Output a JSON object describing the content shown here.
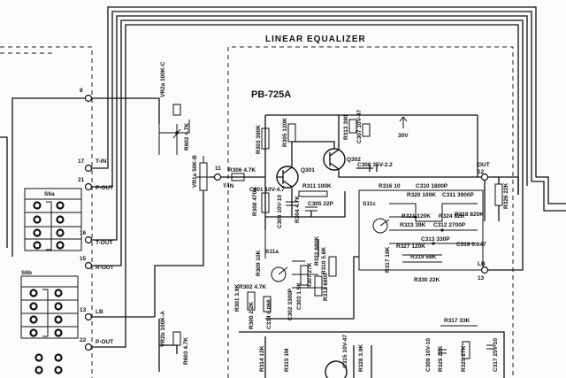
{
  "diagram": {
    "section_title": "LINEAR EQUALIZER",
    "board_label": "PB-725A",
    "supply_voltage": "30V",
    "terminals": {
      "t8": "8",
      "t17": "17",
      "t17_sig": "T-IN",
      "t21": "21",
      "t21_sig": "P-OUT",
      "t16": "16",
      "t16_sig": "T-OUT",
      "t15": "15",
      "t15_sig": "R-OUT",
      "t13": "13",
      "t13_sig": "LB",
      "t22": "22",
      "t22_sig": "P-OUT",
      "t11": "11",
      "t11_sig": "T-IN",
      "out": "OUT",
      "t12": "12",
      "lb_right": "LB",
      "t13_right": "13"
    },
    "switches": {
      "s6a": "S6a",
      "s6b": "S6b",
      "s11a": "S11a",
      "s11c": "S11c"
    },
    "transistors": {
      "q301": "Q301",
      "q302": "Q302"
    },
    "components": {
      "vr2a": "VR2a 100K-C",
      "r602": "R602 4.7K",
      "vr1a": "VR1a 50K-B",
      "r306": "R306 4.7K",
      "r303": "R303 390K",
      "r305": "R305 120K",
      "r313": "R313 390",
      "c307": "C307 10V-47",
      "c308": "C308 35V-2.2",
      "c301": "C301 10V-4.7",
      "r311": "R311 100K",
      "r308": "R308 470K",
      "r304": "R304 4.7K",
      "c306": "C306 10V-10",
      "c305": "C305 22P",
      "r316": "R316 10",
      "r320": "R320 100K",
      "c310": "C310 1800P",
      "c311": "C311 3900P",
      "r321": "R321 120K",
      "r323": "R323 39K",
      "c312": "C312 2700P",
      "r324": "R324 82K",
      "r318": "R318 820K",
      "c313": "C313 330P",
      "r327": "R327 120K",
      "r317": "R317 18K",
      "c316": "C316 0.047",
      "r319": "R319 68K",
      "r330": "R330 22K",
      "r302": "R302 4.7K",
      "r301": "R301 3.9K",
      "r309": "R309 10K",
      "r300": "R300 2.2K",
      "c302": "C302 3300P",
      "r307": "R307 27K",
      "c303": "C303 1.5K",
      "r310": "R310 5.6K",
      "r312": "R312 6800",
      "c314": "C314 0.068",
      "r326": "R326 22K",
      "c309": "C309 10V-10",
      "r329": "R329 22K",
      "r314": "R314 12K",
      "r315": "R315 1M",
      "c315": "C315 10V-47",
      "r317b": "R317 33K",
      "vr2b": "VR2b 100K-A",
      "r603": "R603 4.7K",
      "r325": "R325 27K",
      "c317": "C317 25V-10",
      "r328": "R328 3.9K",
      "r322": "R322 680K"
    }
  }
}
